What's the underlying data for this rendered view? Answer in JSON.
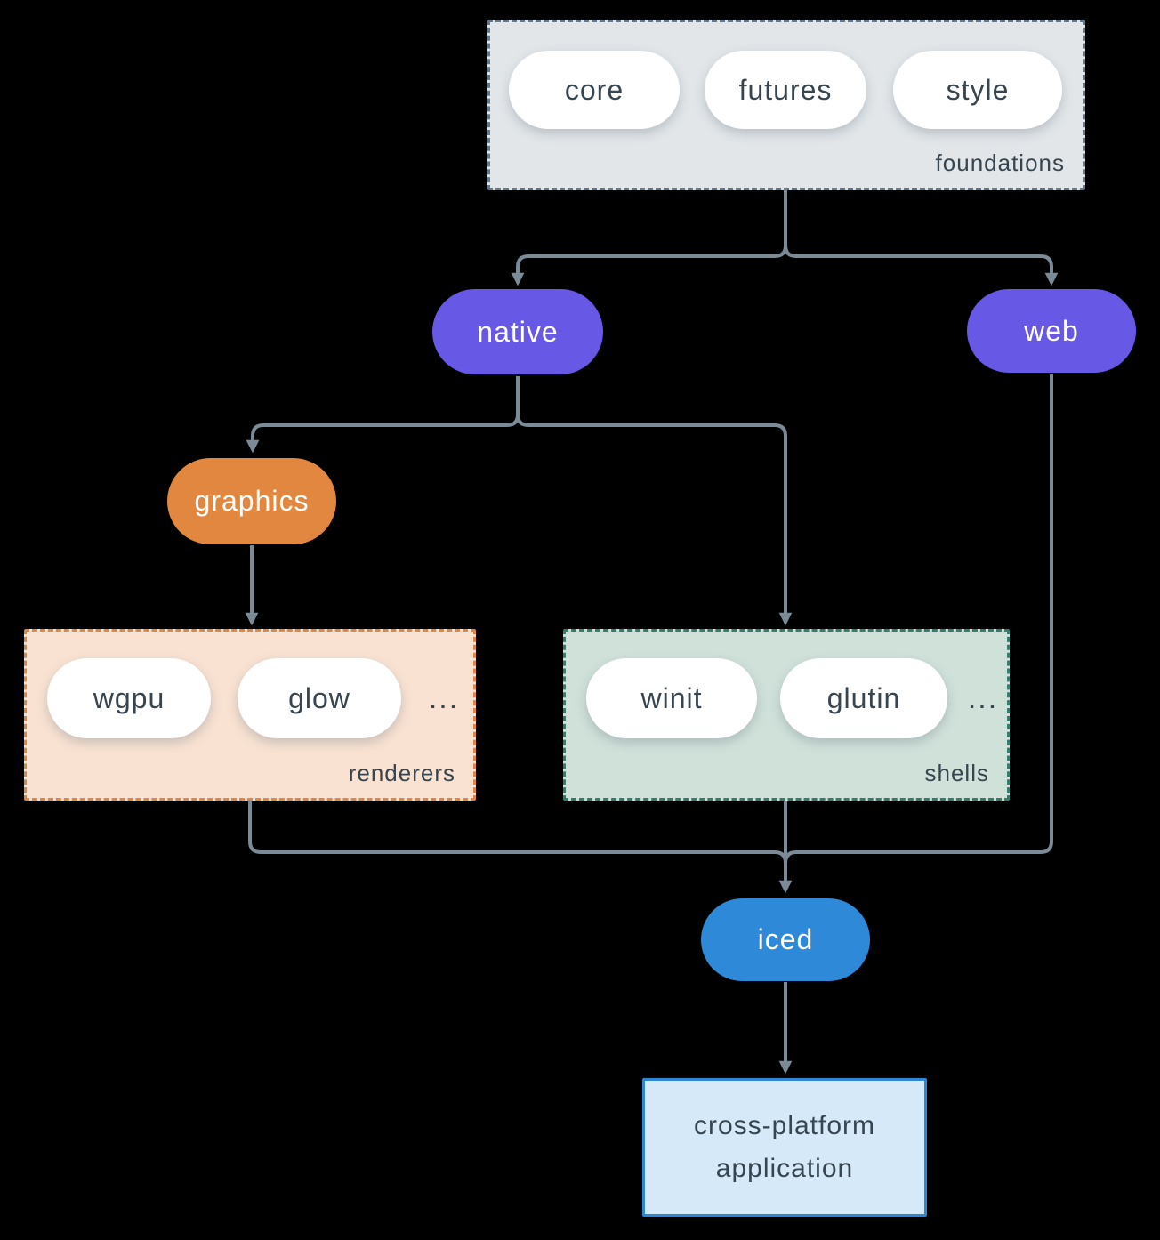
{
  "colors": {
    "background": "#000000",
    "line": "#7b8a97",
    "text-dark": "#36454f",
    "purple": "#6858e6",
    "orange": "#e2873f",
    "blue": "#2e89d8",
    "foundations-fill": "#e2e6e9",
    "foundations-border": "#64788a",
    "renderers-fill": "#f9e2d2",
    "renderers-border": "#e2873f",
    "shells-fill": "#d0e1da",
    "shells-border": "#2e7f6b",
    "app-fill": "#d6e9f8",
    "app-border": "#2e86d8"
  },
  "diagram": {
    "foundations": {
      "label": "foundations",
      "pills": [
        "core",
        "futures",
        "style"
      ]
    },
    "native": {
      "label": "native"
    },
    "web": {
      "label": "web"
    },
    "graphics": {
      "label": "graphics"
    },
    "renderers": {
      "label": "renderers",
      "pills": [
        "wgpu",
        "glow"
      ],
      "more": "..."
    },
    "shells": {
      "label": "shells",
      "pills": [
        "winit",
        "glutin"
      ],
      "more": "..."
    },
    "iced": {
      "label": "iced"
    },
    "application": {
      "label": "cross-platform application"
    }
  }
}
